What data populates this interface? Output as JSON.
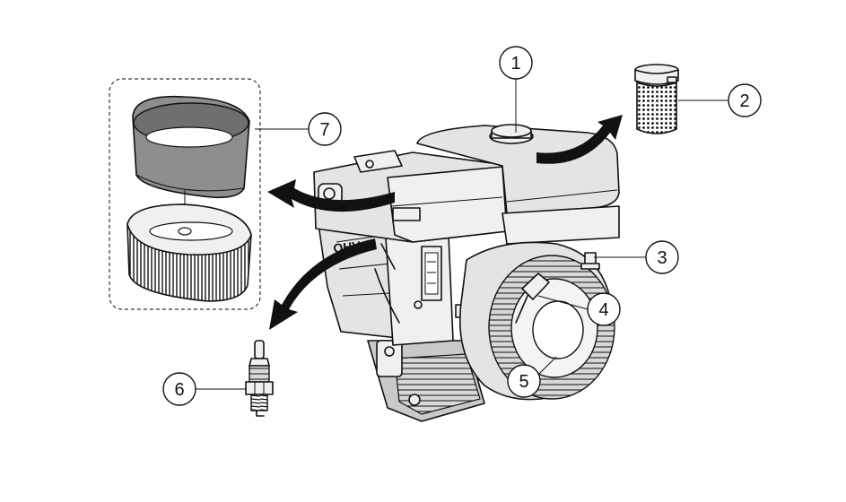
{
  "callouts": [
    {
      "id": "1",
      "label": "1"
    },
    {
      "id": "2",
      "label": "2"
    },
    {
      "id": "3",
      "label": "3"
    },
    {
      "id": "4",
      "label": "4"
    },
    {
      "id": "5",
      "label": "5"
    },
    {
      "id": "6",
      "label": "6"
    },
    {
      "id": "7",
      "label": "7"
    }
  ],
  "engine_marking": "OHV",
  "colors": {
    "ink": "#111111",
    "arrow": "#111111",
    "filter_dark": "#8e8e8e",
    "engine_light": "#e4e4e4"
  }
}
